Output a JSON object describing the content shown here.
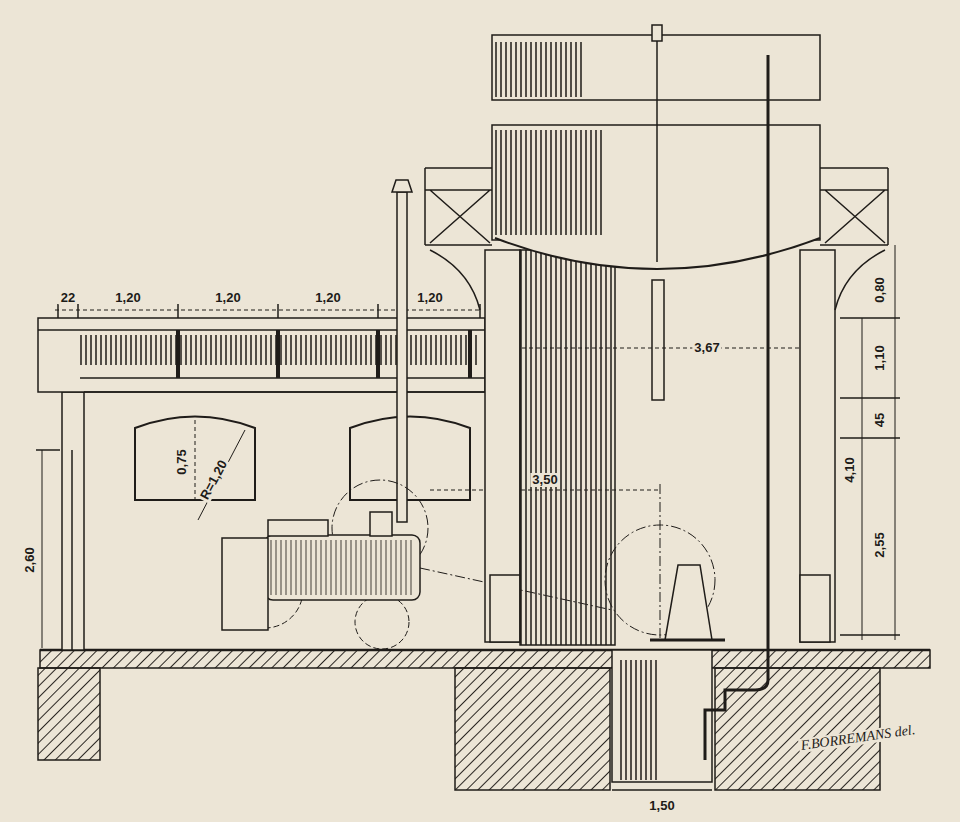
{
  "diagram": {
    "labels": [
      "22",
      "1,20",
      "1,20",
      "1,20",
      "1,20",
      "0,75",
      "R=1,20",
      "2,60",
      "3,50",
      "3,67",
      "0,80",
      "1,10",
      "45",
      "4,10",
      "2,55",
      "1,50",
      "F.BORREMANS del."
    ]
  }
}
